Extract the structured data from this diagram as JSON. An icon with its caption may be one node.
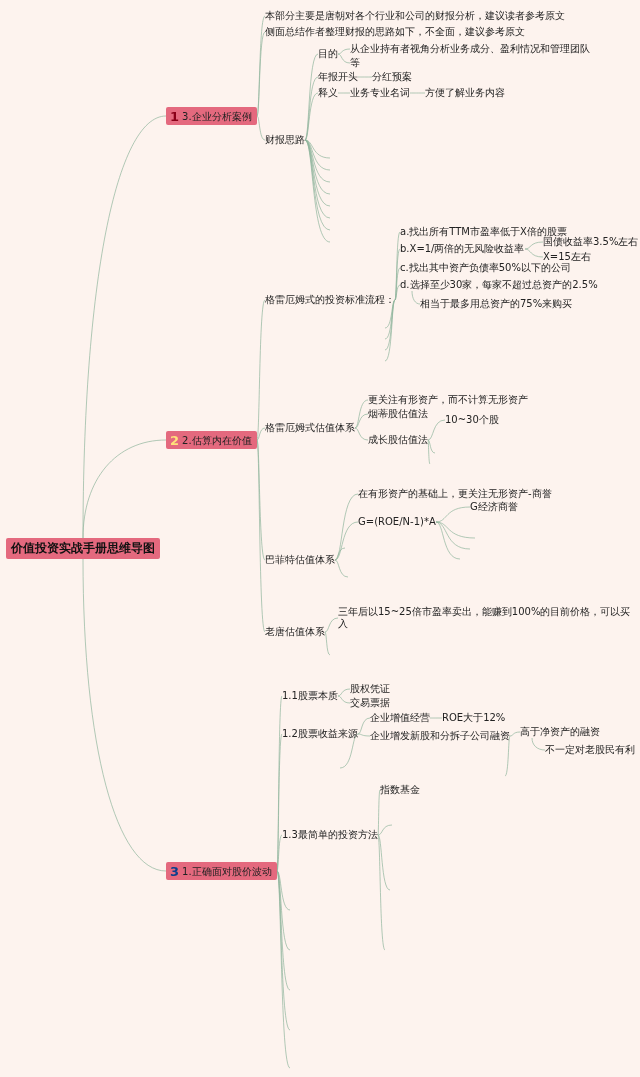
{
  "diagram": {
    "nodes": [
      {
        "text": [
          "价值投资实战手册思维导图"
        ]
      },
      {
        "text": [
          "1",
          "3.企业分析案例"
        ]
      },
      {
        "text": [
          "本部分主要是唐朝对各个行业和公司的财报分析，建议读者参考原文"
        ]
      },
      {
        "text": [
          "侧面总结作者整理财报的思路如下，不全面，建议参考原文"
        ]
      },
      {
        "text": [
          "财报思路"
        ]
      },
      {
        "text": [
          "目的"
        ]
      },
      {
        "text": [
          "从企业持有者视角分析业务成分、盈利情况和管理团队"
        ]
      },
      {
        "text": [
          "等"
        ]
      },
      {
        "text": [
          "年报开头"
        ]
      },
      {
        "text": [
          "分红预案"
        ]
      },
      {
        "text": [
          "释义"
        ]
      },
      {
        "text": [
          "业务专业名词"
        ]
      },
      {
        "text": [
          "方便了解业务内容"
        ]
      },
      {
        "text": [
          "2",
          "2.估算内在价值"
        ]
      },
      {
        "text": [
          "格雷厄姆式的投资标准流程："
        ]
      },
      {
        "text": [
          "a.找出所有TTM市盈率低于X倍的股票"
        ]
      },
      {
        "text": [
          "b.X=1/两倍的无风险收益率"
        ]
      },
      {
        "text": [
          "国债收益率3.5%左右"
        ]
      },
      {
        "text": [
          "X=15左右"
        ]
      },
      {
        "text": [
          "c.找出其中资产负债率50%以下的公司"
        ]
      },
      {
        "text": [
          "d.选择至少30家，每家不超过总资产的2.5%"
        ]
      },
      {
        "text": [
          "相当于最多用总资产的75%来购买"
        ]
      },
      {
        "text": [
          "格雷厄姆式估值体系"
        ]
      },
      {
        "text": [
          "更关注有形资产，而不计算无形资产"
        ]
      },
      {
        "text": [
          "烟蒂股估值法"
        ]
      },
      {
        "text": [
          "成长股估值法"
        ]
      },
      {
        "text": [
          "10~30个股"
        ]
      },
      {
        "text": [
          "巴菲特估值体系"
        ]
      },
      {
        "text": [
          "在有形资产的基础上，更关注无形资产-商誉"
        ]
      },
      {
        "text": [
          "G=(ROE/N-1)*A"
        ]
      },
      {
        "text": [
          "G经济商誉"
        ]
      },
      {
        "text": [
          "老唐估值体系"
        ]
      },
      {
        "text": [
          "三年后以15~25倍市盈率卖出，能赚到100%的目前价格，可以买入"
        ]
      },
      {
        "text": [
          "3",
          "1.正确面对股价波动"
        ]
      },
      {
        "text": [
          "1.1股票本质"
        ]
      },
      {
        "text": [
          "股权凭证"
        ]
      },
      {
        "text": [
          "交易票据"
        ]
      },
      {
        "text": [
          "1.2股票收益来源"
        ]
      },
      {
        "text": [
          "企业增值经营"
        ]
      },
      {
        "text": [
          "ROE大于12%"
        ]
      },
      {
        "text": [
          "企业增发新股和分拆子公司融资"
        ]
      },
      {
        "text": [
          "高于净资产的融资"
        ]
      },
      {
        "text": [
          "不一定对老股民有利"
        ]
      },
      {
        "text": [
          "1.3最简单的投资方法"
        ]
      },
      {
        "text": [
          "指数基金"
        ]
      }
    ],
    "edges": [
      {
        "from": 0,
        "to": 1,
        "arrow": "none"
      },
      {
        "from": 0,
        "to": 13,
        "arrow": "none"
      },
      {
        "from": 0,
        "to": 33,
        "arrow": "none"
      },
      {
        "from": 1,
        "to": 2,
        "arrow": "none"
      },
      {
        "from": 1,
        "to": 3,
        "arrow": "none"
      },
      {
        "from": 1,
        "to": 4,
        "arrow": "none"
      },
      {
        "from": 4,
        "to": 5,
        "arrow": "none"
      },
      {
        "from": 5,
        "to": 6,
        "arrow": "none"
      },
      {
        "from": 5,
        "to": 7,
        "arrow": "none"
      },
      {
        "from": 4,
        "to": 8,
        "arrow": "none"
      },
      {
        "from": 8,
        "to": 9,
        "arrow": "none"
      },
      {
        "from": 4,
        "to": 10,
        "arrow": "none"
      },
      {
        "from": 10,
        "to": 11,
        "arrow": "none"
      },
      {
        "from": 11,
        "to": 12,
        "arrow": "none"
      },
      {
        "from": 4,
        "to": null,
        "arrow": "none"
      },
      {
        "from": 4,
        "to": null,
        "arrow": "none"
      },
      {
        "from": 4,
        "to": null,
        "arrow": "none"
      },
      {
        "from": 4,
        "to": null,
        "arrow": "none"
      },
      {
        "from": 4,
        "to": null,
        "arrow": "none"
      },
      {
        "from": 4,
        "to": null,
        "arrow": "none"
      },
      {
        "from": 4,
        "to": null,
        "arrow": "none"
      },
      {
        "from": 4,
        "to": null,
        "arrow": "none"
      },
      {
        "from": 13,
        "to": 14,
        "arrow": "none"
      },
      {
        "from": 13,
        "to": 22,
        "arrow": "none"
      },
      {
        "from": 13,
        "to": 27,
        "arrow": "none"
      },
      {
        "from": 13,
        "to": 31,
        "arrow": "none"
      },
      {
        "from": 14,
        "to": 15,
        "arrow": "none"
      },
      {
        "from": 14,
        "to": 16,
        "arrow": "none"
      },
      {
        "from": 16,
        "to": 17,
        "arrow": "none"
      },
      {
        "from": 16,
        "to": 18,
        "arrow": "none"
      },
      {
        "from": 14,
        "to": 19,
        "arrow": "none"
      },
      {
        "from": 14,
        "to": 20,
        "arrow": "none"
      },
      {
        "from": 20,
        "to": 21,
        "arrow": "none"
      },
      {
        "from": 14,
        "to": null,
        "arrow": "none"
      },
      {
        "from": 14,
        "to": null,
        "arrow": "none"
      },
      {
        "from": 14,
        "to": null,
        "arrow": "none"
      },
      {
        "from": 14,
        "to": null,
        "arrow": "none"
      },
      {
        "from": 22,
        "to": 23,
        "arrow": "none"
      },
      {
        "from": 22,
        "to": 24,
        "arrow": "none"
      },
      {
        "from": 22,
        "to": 25,
        "arrow": "none"
      },
      {
        "from": 25,
        "to": 26,
        "arrow": "none"
      },
      {
        "from": 25,
        "to": null,
        "arrow": "none"
      },
      {
        "from": 25,
        "to": null,
        "arrow": "none"
      },
      {
        "from": 27,
        "to": 28,
        "arrow": "none"
      },
      {
        "from": 27,
        "to": 29,
        "arrow": "none"
      },
      {
        "from": 29,
        "to": 30,
        "arrow": "none"
      },
      {
        "from": 29,
        "to": null,
        "arrow": "none"
      },
      {
        "from": 29,
        "to": null,
        "arrow": "none"
      },
      {
        "from": 29,
        "to": null,
        "arrow": "none"
      },
      {
        "from": 27,
        "to": null,
        "arrow": "none"
      },
      {
        "from": 27,
        "to": null,
        "arrow": "none"
      },
      {
        "from": 31,
        "to": 32,
        "arrow": "none"
      },
      {
        "from": 31,
        "to": null,
        "arrow": "none"
      },
      {
        "from": 33,
        "to": 34,
        "arrow": "none"
      },
      {
        "from": 33,
        "to": 37,
        "arrow": "none"
      },
      {
        "from": 33,
        "to": 43,
        "arrow": "none"
      },
      {
        "from": 34,
        "to": 35,
        "arrow": "none"
      },
      {
        "from": 34,
        "to": 36,
        "arrow": "none"
      },
      {
        "from": 37,
        "to": 38,
        "arrow": "none"
      },
      {
        "from": 37,
        "to": 40,
        "arrow": "none"
      },
      {
        "from": 37,
        "to": null,
        "arrow": "none"
      },
      {
        "from": 38,
        "to": 39,
        "arrow": "none"
      },
      {
        "from": 40,
        "to": 41,
        "arrow": "none"
      },
      {
        "from": 40,
        "to": null,
        "arrow": "none"
      },
      {
        "from": 41,
        "to": 42,
        "arrow": "none"
      },
      {
        "from": 43,
        "to": 44,
        "arrow": "none"
      },
      {
        "from": 43,
        "to": null,
        "arrow": "none"
      },
      {
        "from": 43,
        "to": null,
        "arrow": "none"
      },
      {
        "from": 43,
        "to": null,
        "arrow": "none"
      },
      {
        "from": 33,
        "to": null,
        "arrow": "none"
      },
      {
        "from": 33,
        "to": null,
        "arrow": "none"
      },
      {
        "from": 33,
        "to": null,
        "arrow": "none"
      },
      {
        "from": 33,
        "to": null,
        "arrow": "none"
      },
      {
        "from": 33,
        "to": null,
        "arrow": "none"
      }
    ]
  }
}
